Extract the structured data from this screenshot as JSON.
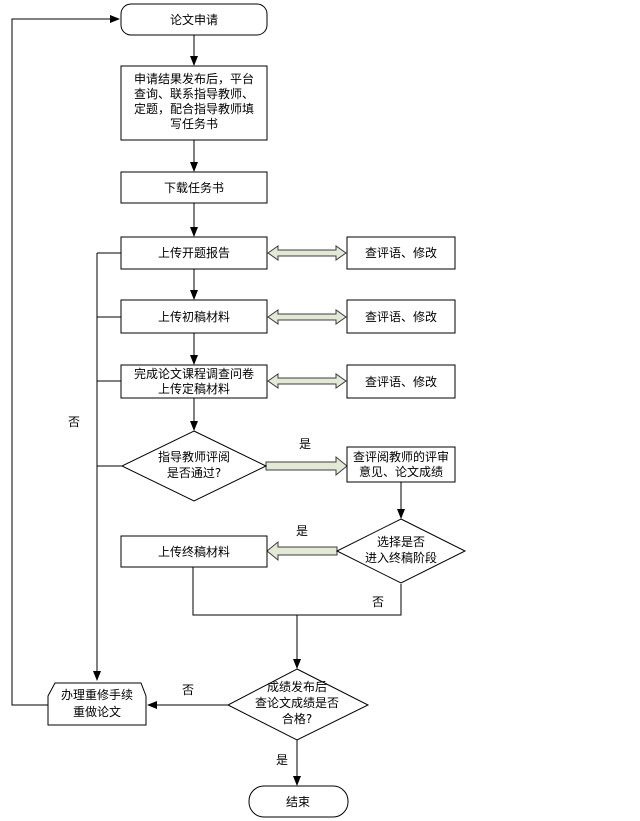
{
  "nodes": {
    "apply": "论文申请",
    "step2_lines": [
      "申请结果发布后，平台",
      "查询、联系指导教师、",
      "定题，配合指导教师填",
      "写任务书"
    ],
    "download": "下载任务书",
    "upload_proposal": "上传开题报告",
    "upload_draft": "上传初稿材料",
    "upload_final_lines": [
      "完成论文课程调查问卷",
      "上传定稿材料"
    ],
    "review_1": "查评语、修改",
    "review_2": "查评语、修改",
    "review_3": "查评语、修改",
    "advisor_decision_lines": [
      "指导教师评阅",
      "是否通过?"
    ],
    "check_comments_lines": [
      "查评阅教师的评审",
      "意见、论文成绩"
    ],
    "final_stage_lines": [
      "选择是否",
      "进入终稿阶段"
    ],
    "upload_last": "上传终稿材料",
    "grade_decision_lines": [
      "成绩发布后",
      "查论文成绩是否",
      "合格?"
    ],
    "redo_lines": [
      "办理重修手续",
      "重做论文"
    ],
    "end": "结束"
  },
  "edge_labels": {
    "left_no": "否",
    "advisor_yes": "是",
    "final_yes": "是",
    "final_no": "否",
    "grade_no": "否",
    "grade_yes": "是"
  }
}
